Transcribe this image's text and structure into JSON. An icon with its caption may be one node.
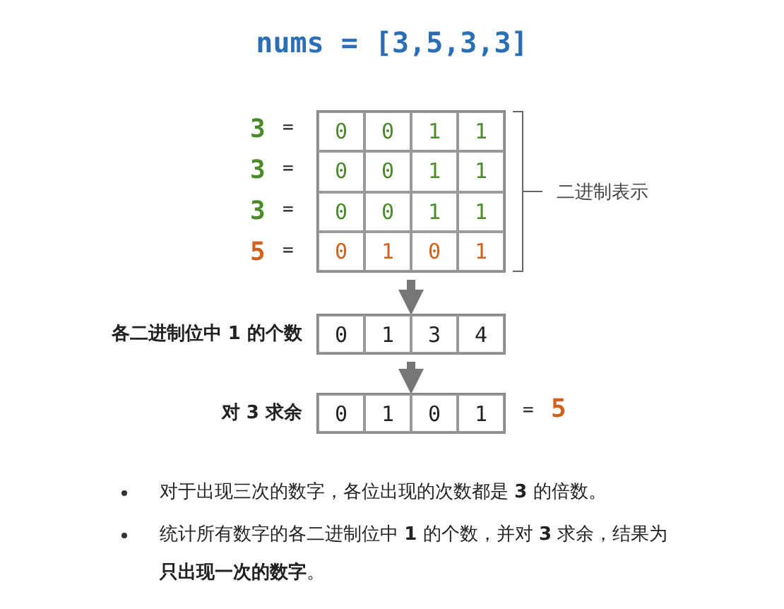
{
  "diagram": {
    "title": "nums = [3,5,3,3]",
    "nodes": [
      {
        "text": [
          "0",
          "0",
          "1",
          "1",
          "0",
          "0",
          "1",
          "1",
          "0",
          "0",
          "1",
          "1",
          "0",
          "1",
          "0",
          "1"
        ],
        "beside": [
          "二进制表示"
        ]
      },
      {
        "text": [
          "0",
          "1",
          "3",
          "4"
        ],
        "beside": [
          "各二进制位中 **1** 的个数"
        ]
      },
      {
        "text": [
          "0",
          "1",
          "0",
          "1"
        ],
        "beside": [
          "对 **3** 求余",
          "=",
          "5"
        ]
      }
    ],
    "edges": [
      {
        "from": 0,
        "to": 1,
        "arrow": "to"
      },
      {
        "from": 1,
        "to": 2,
        "arrow": "to"
      }
    ],
    "labels": [
      "3",
      "=",
      "3",
      "=",
      "3",
      "=",
      "5",
      "=",
      "对于出现三次的数字，各位出现的次数都是 **3** 的倍数。",
      "统计所有数字的各二进制位中 **1** 的个数，并对 **3** 求余，结果为**只出现一次的数字**。"
    ]
  }
}
